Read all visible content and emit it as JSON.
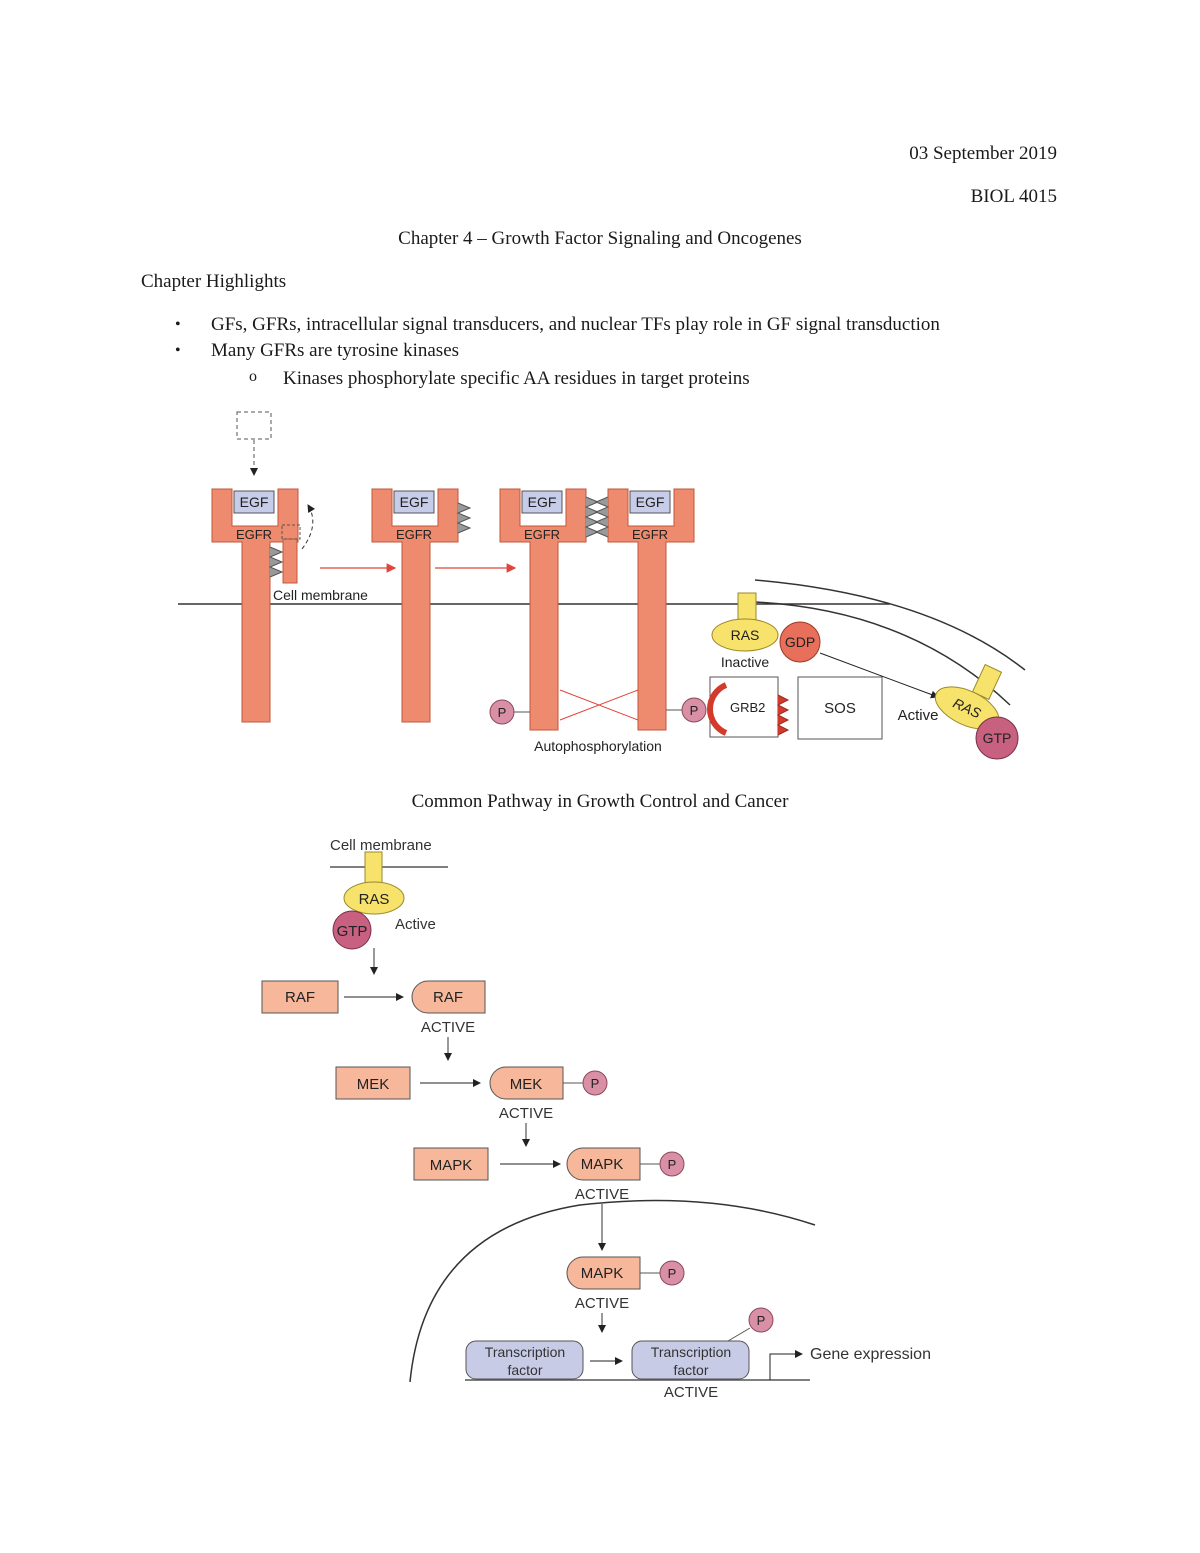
{
  "header": {
    "date": "03 September 2019",
    "course": "BIOL 4015"
  },
  "title": "Chapter 4 – Growth Factor Signaling and Oncogenes",
  "highlights_heading": "Chapter Highlights",
  "bullets": [
    {
      "marker": "•",
      "text": "GFs, GFRs, intracellular signal transducers, and nuclear TFs play role in GF signal transduction"
    },
    {
      "marker": "•",
      "text": "Many GFRs are tyrosine kinases"
    },
    {
      "marker": "o",
      "text": "Kinases phosphorylate specific AA residues in target proteins"
    }
  ],
  "figure1": {
    "egf": "EGF",
    "egfr": "EGFR",
    "cell_membrane": "Cell membrane",
    "ras": "RAS",
    "gdp": "GDP",
    "inactive": "Inactive",
    "grb2": "GRB2",
    "sos": "SOS",
    "active": "Active",
    "gtp": "GTP",
    "p": "P",
    "autophosphorylation": "Autophosphorylation"
  },
  "figure2_caption": "Common Pathway in Growth Control and Cancer",
  "figure2": {
    "cell_membrane": "Cell membrane",
    "ras": "RAS",
    "gtp": "GTP",
    "active_label": "Active",
    "raf": "RAF",
    "mek": "MEK",
    "mapk": "MAPK",
    "active_caps": "ACTIVE",
    "p": "P",
    "tf_line1": "Transcription",
    "tf_line2": "factor",
    "gene_expression": "Gene expression"
  },
  "colors": {
    "receptor": "#ee8a6d",
    "receptor_dark": "#c0573d",
    "egf_box": "#c7cce8",
    "ras": "#f7e26b",
    "gdp": "#e8705a",
    "phospho": "#d98fa6",
    "gtp": "#c8607f",
    "kinase_box": "#f7b79a",
    "tf": "#c7cbe6",
    "arrow_red": "#e0443a",
    "grb2": "#d23b2c"
  }
}
